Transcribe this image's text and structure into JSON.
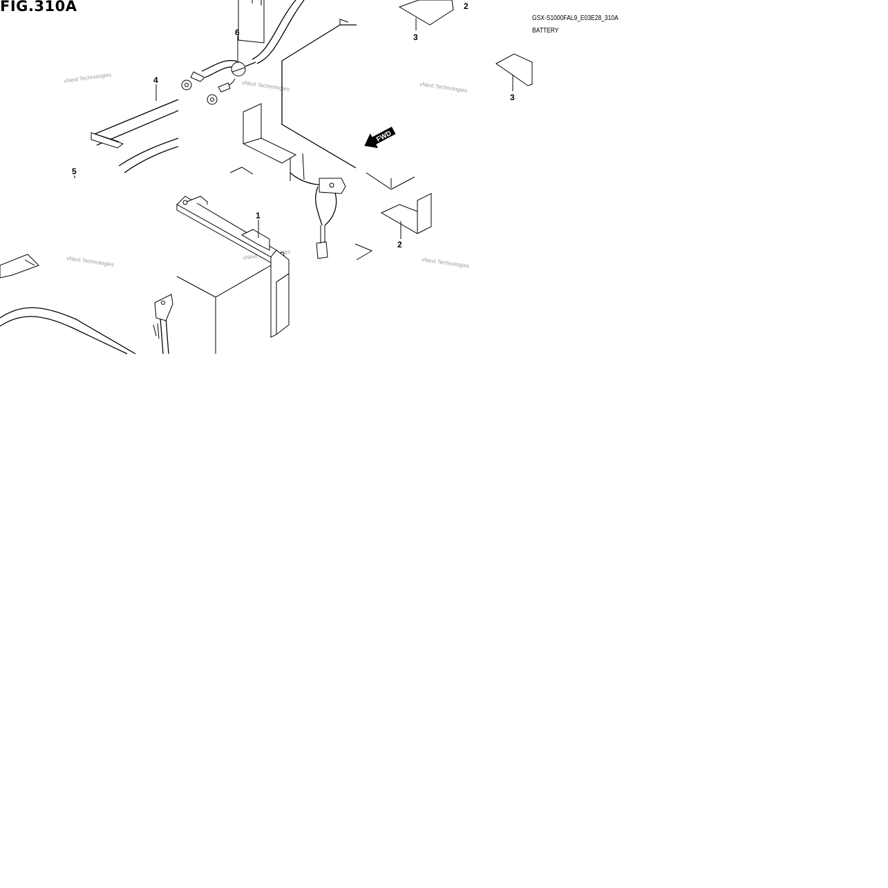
{
  "figure": {
    "title": "FIG.310A",
    "model_code": "GSX-S1000FAL9_E03E28_310A",
    "subtitle": "BATTERY",
    "fwd_label": "FWD"
  },
  "callouts": [
    "1",
    "2",
    "2",
    "3",
    "3",
    "4",
    "5",
    "6"
  ],
  "watermark": {
    "text": "vNext Technologies"
  }
}
